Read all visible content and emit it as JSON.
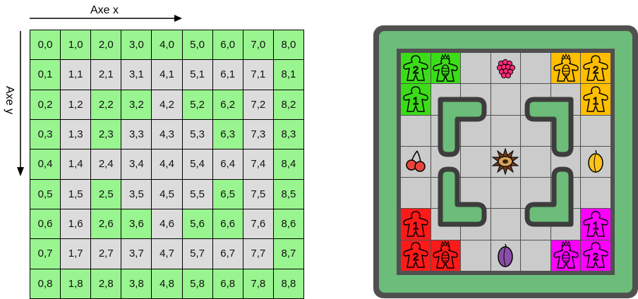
{
  "axes": {
    "x_label": "Axe x",
    "y_label": "Axe y"
  },
  "grid": {
    "rows": [
      {
        "cells": [
          {
            "t": "0,0",
            "c": "g"
          },
          {
            "t": "1,0",
            "c": "g"
          },
          {
            "t": "2,0",
            "c": "g"
          },
          {
            "t": "3,0",
            "c": "g"
          },
          {
            "t": "4,0",
            "c": "g"
          },
          {
            "t": "5,0",
            "c": "g"
          },
          {
            "t": "6,0",
            "c": "g"
          },
          {
            "t": "7,0",
            "c": "g"
          },
          {
            "t": "8,0",
            "c": "g"
          }
        ]
      },
      {
        "cells": [
          {
            "t": "0,1",
            "c": "g"
          },
          {
            "t": "1,1",
            "c": "x"
          },
          {
            "t": "2,1",
            "c": "x"
          },
          {
            "t": "3,1",
            "c": "x"
          },
          {
            "t": "4,1",
            "c": "x"
          },
          {
            "t": "5,1",
            "c": "x"
          },
          {
            "t": "6,1",
            "c": "x"
          },
          {
            "t": "7,1",
            "c": "x"
          },
          {
            "t": "8,1",
            "c": "g"
          }
        ]
      },
      {
        "cells": [
          {
            "t": "0,2",
            "c": "g"
          },
          {
            "t": "1,2",
            "c": "x"
          },
          {
            "t": "2,2",
            "c": "g"
          },
          {
            "t": "3,2",
            "c": "g"
          },
          {
            "t": "4,2",
            "c": "x"
          },
          {
            "t": "5,2",
            "c": "g"
          },
          {
            "t": "6,2",
            "c": "g"
          },
          {
            "t": "7,2",
            "c": "x"
          },
          {
            "t": "8,2",
            "c": "g"
          }
        ]
      },
      {
        "cells": [
          {
            "t": "0,3",
            "c": "g"
          },
          {
            "t": "1,3",
            "c": "x"
          },
          {
            "t": "2,3",
            "c": "g"
          },
          {
            "t": "3,3",
            "c": "x"
          },
          {
            "t": "4,3",
            "c": "x"
          },
          {
            "t": "5,3",
            "c": "x"
          },
          {
            "t": "6,3",
            "c": "g"
          },
          {
            "t": "7,3",
            "c": "x"
          },
          {
            "t": "8,3",
            "c": "g"
          }
        ]
      },
      {
        "cells": [
          {
            "t": "0,4",
            "c": "g"
          },
          {
            "t": "1,4",
            "c": "x"
          },
          {
            "t": "2,4",
            "c": "x"
          },
          {
            "t": "3,4",
            "c": "x"
          },
          {
            "t": "4,4",
            "c": "x"
          },
          {
            "t": "5,4",
            "c": "x"
          },
          {
            "t": "6,4",
            "c": "x"
          },
          {
            "t": "7,4",
            "c": "x"
          },
          {
            "t": "8,4",
            "c": "g"
          }
        ]
      },
      {
        "cells": [
          {
            "t": "0,5",
            "c": "g"
          },
          {
            "t": "1,5",
            "c": "x"
          },
          {
            "t": "2,5",
            "c": "g"
          },
          {
            "t": "3,5",
            "c": "x"
          },
          {
            "t": "4,5",
            "c": "x"
          },
          {
            "t": "5,5",
            "c": "x"
          },
          {
            "t": "6,5",
            "c": "g"
          },
          {
            "t": "7,5",
            "c": "x"
          },
          {
            "t": "8,5",
            "c": "g"
          }
        ]
      },
      {
        "cells": [
          {
            "t": "0,6",
            "c": "g"
          },
          {
            "t": "1,6",
            "c": "x"
          },
          {
            "t": "2,6",
            "c": "g"
          },
          {
            "t": "3,6",
            "c": "g"
          },
          {
            "t": "4,6",
            "c": "x"
          },
          {
            "t": "5,6",
            "c": "g"
          },
          {
            "t": "6,6",
            "c": "g"
          },
          {
            "t": "7,6",
            "c": "x"
          },
          {
            "t": "8,6",
            "c": "g"
          }
        ]
      },
      {
        "cells": [
          {
            "t": "0,7",
            "c": "g"
          },
          {
            "t": "1,7",
            "c": "x"
          },
          {
            "t": "2,7",
            "c": "x"
          },
          {
            "t": "3,7",
            "c": "x"
          },
          {
            "t": "4,7",
            "c": "x"
          },
          {
            "t": "5,7",
            "c": "x"
          },
          {
            "t": "6,7",
            "c": "x"
          },
          {
            "t": "7,7",
            "c": "x"
          },
          {
            "t": "8,7",
            "c": "g"
          }
        ]
      },
      {
        "cells": [
          {
            "t": "0,8",
            "c": "g"
          },
          {
            "t": "1,8",
            "c": "g"
          },
          {
            "t": "2,8",
            "c": "g"
          },
          {
            "t": "3,8",
            "c": "g"
          },
          {
            "t": "4,8",
            "c": "g"
          },
          {
            "t": "5,8",
            "c": "g"
          },
          {
            "t": "6,8",
            "c": "g"
          },
          {
            "t": "7,8",
            "c": "g"
          },
          {
            "t": "8,8",
            "c": "g"
          }
        ]
      }
    ]
  },
  "board": {
    "colors": {
      "frame": "#505050",
      "track": "#6bbd79",
      "tile": "#cbcbcb",
      "green": "#3bdd18",
      "yellow": "#ffbf00",
      "red": "#ff1a1a",
      "magenta": "#ff00ff"
    },
    "tiles": [
      [
        {
          "bg": "green",
          "p": "meeple",
          "n": "2"
        },
        {
          "bg": "green",
          "p": "queen"
        },
        {
          "bg": "",
          "p": ""
        },
        {
          "bg": "",
          "p": "raspberry"
        },
        {
          "bg": "",
          "p": ""
        },
        {
          "bg": "yellow",
          "p": "queen"
        },
        {
          "bg": "yellow",
          "p": "meeple",
          "n": "2"
        }
      ],
      [
        {
          "bg": "green",
          "p": "meeple",
          "n": "1"
        },
        {
          "bg": "",
          "p": ""
        },
        {
          "bg": "",
          "p": ""
        },
        {
          "bg": "",
          "p": ""
        },
        {
          "bg": "",
          "p": ""
        },
        {
          "bg": "",
          "p": ""
        },
        {
          "bg": "yellow",
          "p": "meeple",
          "n": "1"
        }
      ],
      [
        {
          "bg": "",
          "p": ""
        },
        {
          "bg": "",
          "p": ""
        },
        {
          "bg": "",
          "p": ""
        },
        {
          "bg": "",
          "p": ""
        },
        {
          "bg": "",
          "p": ""
        },
        {
          "bg": "",
          "p": ""
        },
        {
          "bg": "",
          "p": ""
        }
      ],
      [
        {
          "bg": "",
          "p": "cherry"
        },
        {
          "bg": "",
          "p": ""
        },
        {
          "bg": "",
          "p": ""
        },
        {
          "bg": "",
          "p": "urchin"
        },
        {
          "bg": "",
          "p": ""
        },
        {
          "bg": "",
          "p": ""
        },
        {
          "bg": "",
          "p": "yellow-plum"
        }
      ],
      [
        {
          "bg": "",
          "p": ""
        },
        {
          "bg": "",
          "p": ""
        },
        {
          "bg": "",
          "p": ""
        },
        {
          "bg": "",
          "p": ""
        },
        {
          "bg": "",
          "p": ""
        },
        {
          "bg": "",
          "p": ""
        },
        {
          "bg": "",
          "p": ""
        }
      ],
      [
        {
          "bg": "red",
          "p": "meeple",
          "n": "1"
        },
        {
          "bg": "",
          "p": ""
        },
        {
          "bg": "",
          "p": ""
        },
        {
          "bg": "",
          "p": ""
        },
        {
          "bg": "",
          "p": ""
        },
        {
          "bg": "",
          "p": ""
        },
        {
          "bg": "magenta",
          "p": "meeple",
          "n": "1"
        }
      ],
      [
        {
          "bg": "red",
          "p": "meeple",
          "n": "2"
        },
        {
          "bg": "red",
          "p": "queen"
        },
        {
          "bg": "",
          "p": ""
        },
        {
          "bg": "",
          "p": "purple-plum"
        },
        {
          "bg": "",
          "p": ""
        },
        {
          "bg": "magenta",
          "p": "queen"
        },
        {
          "bg": "magenta",
          "p": "meeple",
          "n": "2"
        }
      ]
    ]
  }
}
